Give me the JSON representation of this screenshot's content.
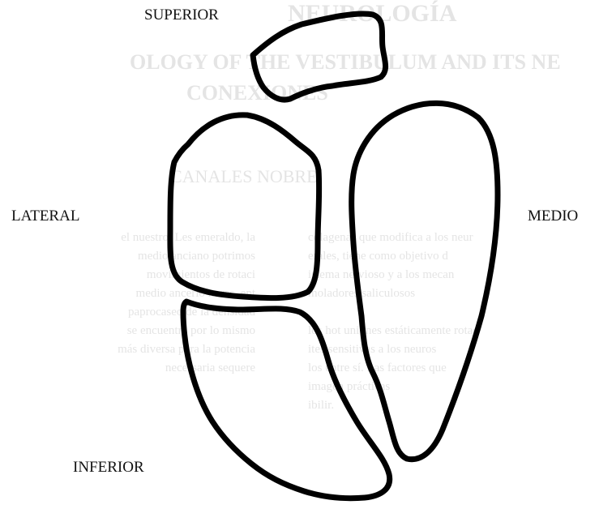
{
  "labels": {
    "superior": "SUPERIOR",
    "lateral": "LATERAL",
    "medio": "MEDIO",
    "inferior": "INFERIOR"
  },
  "background_text": {
    "heading_1": "NEUROLOGÍA",
    "heading_2": "OLOGY OF THE VESTIBULUM AND ITS NE",
    "heading_3": "CONEXIONES",
    "heading_4": "CANALES NOBRE",
    "left_column": "el nuestro. Les emeraldo, la\nmedio anciano potrimos\nmovimientos de rotaci\nmedio ancerio nores, ent\npaprocaseo de la densidad\nse encuentra por lo mismo\nmás diversa para la potencia\nnecessaria sequere",
    "right_column": "colagenas que modifica a los neur\nerales, tiene como objetivo d\nistema nervioso y a los mecan\nmoladores saliculosos\n\nlos hot uniones estáticamente rotac\nites sensitivas a los neuros\nlos entre sí. Las factores que\nimagen prácticas\nibilir."
  },
  "colors": {
    "outline": "#000000",
    "label_text": "#111111",
    "bleed_text": "#cfcfcf"
  }
}
